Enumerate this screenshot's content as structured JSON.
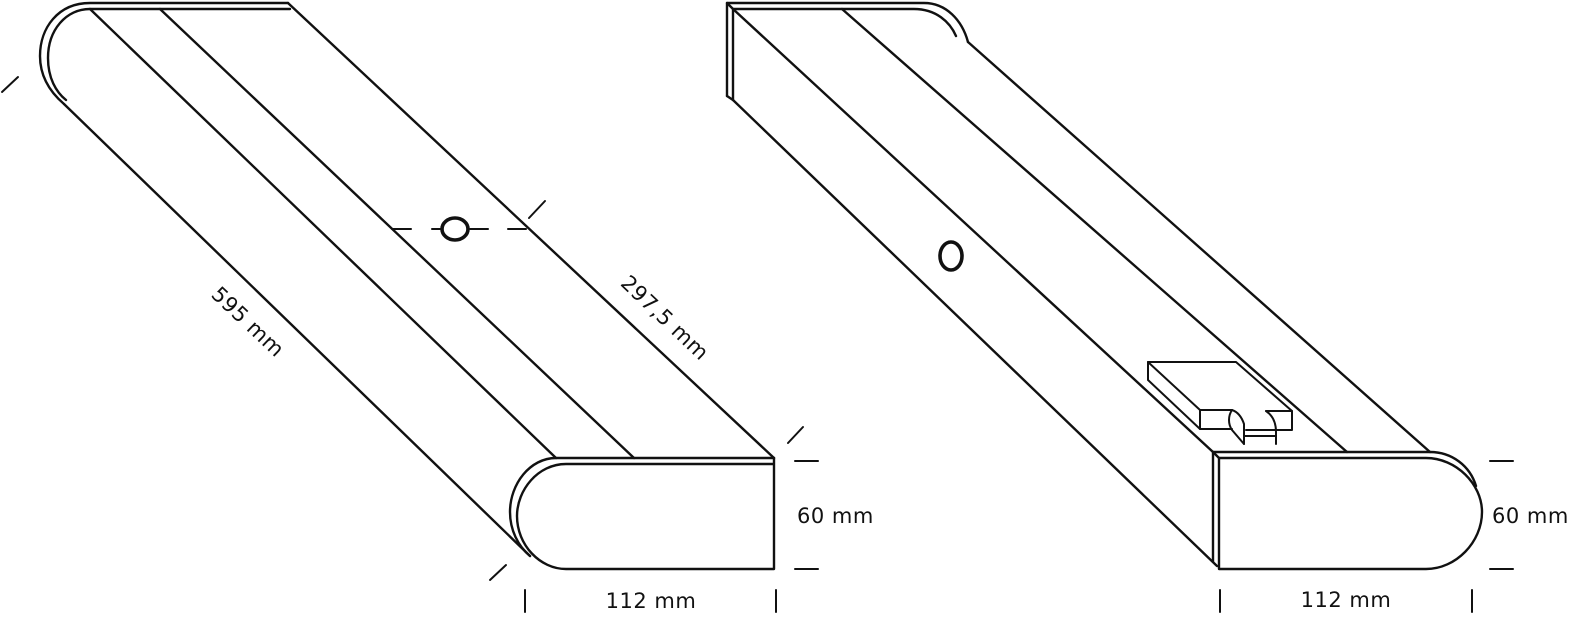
{
  "left_fixture": {
    "length_label": "595 mm",
    "half_length_label": "297,5 mm",
    "height_label": "60 mm",
    "width_label": "112 mm"
  },
  "right_fixture": {
    "height_label": "60 mm",
    "width_label": "112 mm"
  },
  "colors": {
    "line": "#111111",
    "background": "#ffffff"
  }
}
